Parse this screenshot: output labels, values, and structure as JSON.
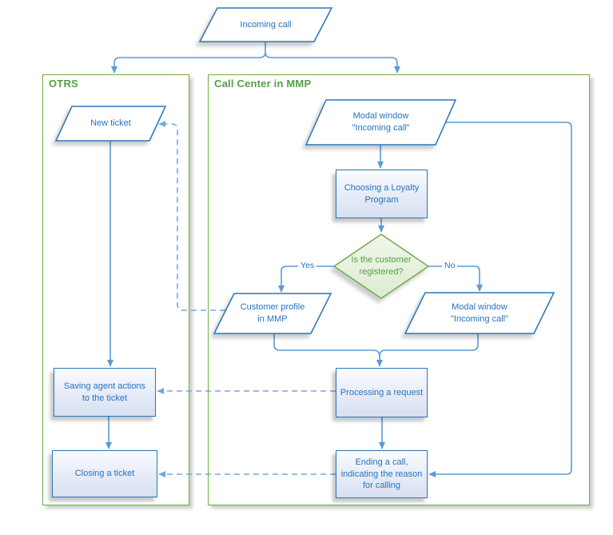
{
  "diagram": {
    "containers": {
      "otrs": {
        "title": "OTRS"
      },
      "call_center": {
        "title": "Call Center in MMP"
      }
    },
    "nodes": {
      "incoming_call": "Incoming call",
      "new_ticket": "New ticket",
      "modal_window_top": "Modal window\n\"Incoming call\"",
      "choosing_loyalty": "Choosing a Loyalty\nProgram",
      "decision": "Is the customer\nregistered?",
      "customer_profile": "Customer profile\nin MMP",
      "modal_window_no": "Modal window\n\"Incoming call\"",
      "processing_request": "Processing a request",
      "saving_actions": "Saving agent actions\nto the ticket",
      "closing_ticket": "Closing a ticket",
      "ending_call": "Ending a call,\nindicating the reason\nfor calling"
    },
    "edge_labels": {
      "yes": "Yes",
      "no": "No"
    },
    "colors": {
      "shape_border_blue": "#2E75B6",
      "shape_text_blue": "#2573BE",
      "connector_blue": "#5B9BD5",
      "dashed_connector_blue": "#74A7E0",
      "container_green": "#70AD47",
      "container_title_green": "#55A045",
      "decision_fill": "#E2EFDA",
      "decision_text": "#55A045",
      "process_fill_top": "#FAFCFE",
      "process_fill_bottom": "#D7E0F2"
    }
  }
}
